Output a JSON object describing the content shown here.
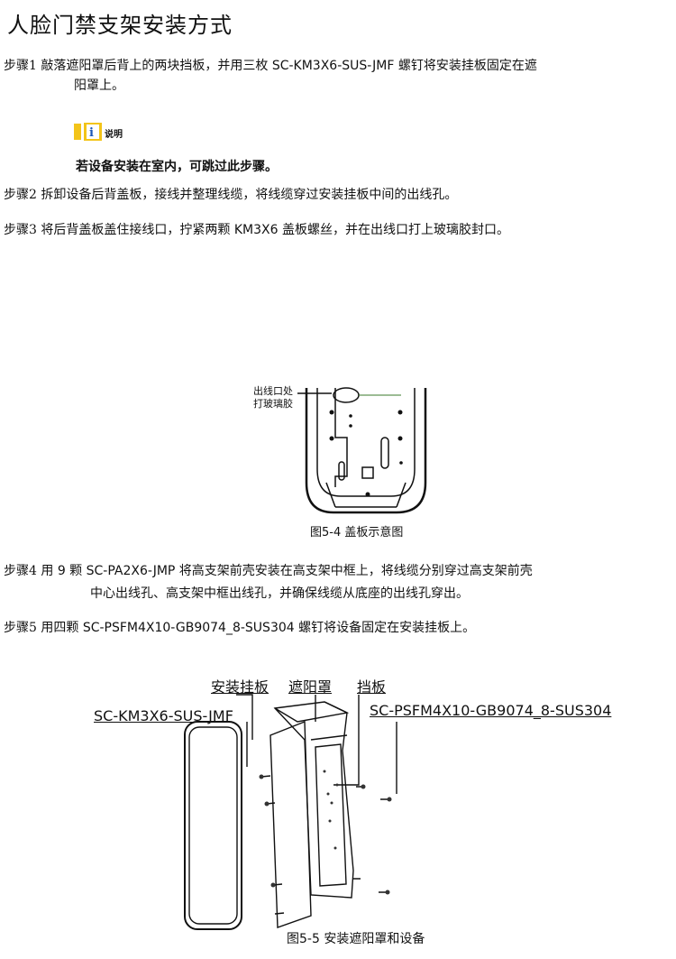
{
  "title": "人脸门禁支架安装方式",
  "steps": [
    {
      "label": "步骤1",
      "text": "敲落遮阳罩后背上的两块挡板，并用三枚 SC-KM3X6-SUS-JMF 螺钉将安装挂板固定在遮",
      "cont": "阳罩上。"
    },
    {
      "label": "步骤2",
      "text": "拆卸设备后背盖板，接线并整理线缆，将线缆穿过安装挂板中间的出线孔。"
    },
    {
      "label": "步骤3",
      "text": "将后背盖板盖住接线口，拧紧两颗 KM3X6 盖板螺丝，并在出线口打上玻璃胶封口。"
    },
    {
      "label": "步骤4",
      "text": "用 9 颗 SC-PA2X6-JMP 将高支架前壳安装在高支架中框上，将线缆分别穿过高支架前壳",
      "cont": "中心出线孔、高支架中框出线孔，并确保线缆从底座的出线孔穿出。"
    },
    {
      "label": "步骤5",
      "text": "用四颗 SC-PSFM4X10-GB9074_8-SUS304 螺钉将设备固定在安装挂板上。"
    }
  ],
  "note": {
    "icon_label": "说明",
    "text": "若设备安装在室内，可跳过此步骤。"
  },
  "figure1": {
    "callout_line1": "出线口处",
    "callout_line2": "打玻璃胶",
    "caption": "图5-4  盖板示意图"
  },
  "figure2": {
    "label_plate": "安装挂板",
    "label_shade": "遮阳罩",
    "label_baffle": "挡板",
    "label_screw_left": "SC-KM3X6-SUS-JMF",
    "label_screw_right": "SC-PSFM4X10-GB9074_8-SUS304",
    "caption": "图5-5  安装遮阳罩和设备"
  }
}
